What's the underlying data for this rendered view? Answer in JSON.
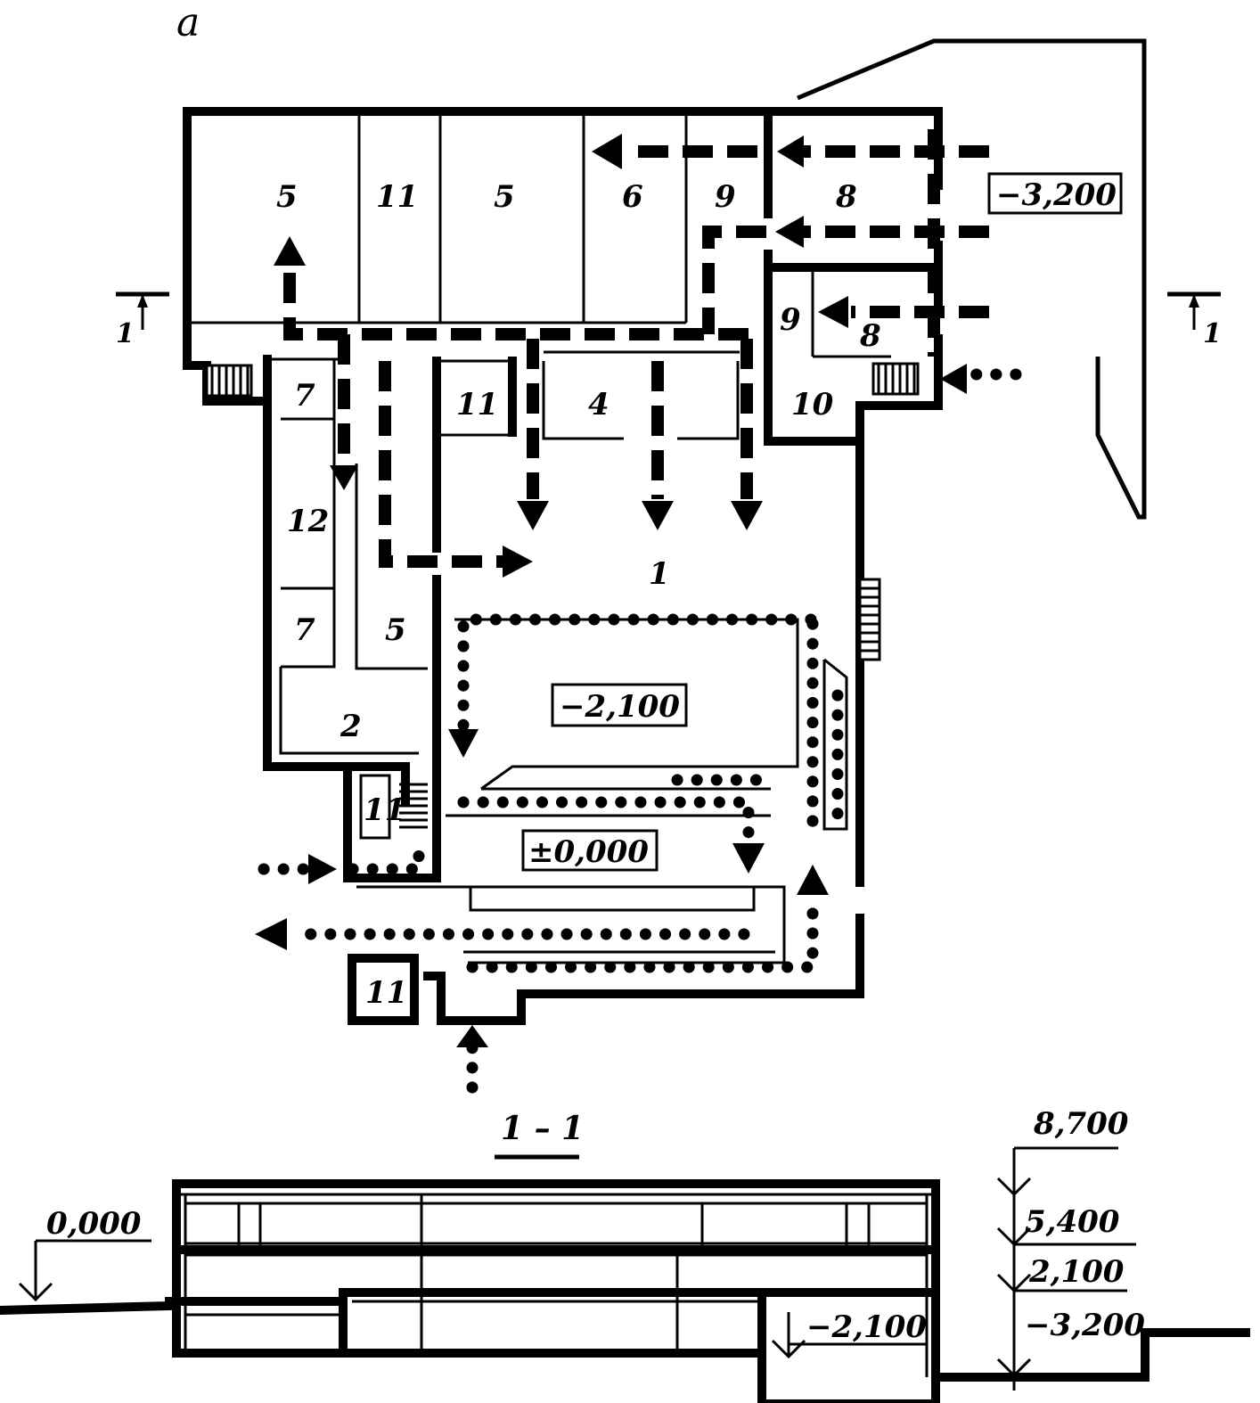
{
  "figure_label": "a",
  "rooms": {
    "r5a": "5",
    "r11a": "11",
    "r5b": "5",
    "r6": "6",
    "r9a": "9",
    "r8a": "8",
    "r9b": "9",
    "r8b": "8",
    "r7a": "7",
    "r11b": "11",
    "r4": "4",
    "r10": "10",
    "r12": "12",
    "r1": "1",
    "r7b": "7",
    "r5c": "5",
    "r2": "2",
    "r11c": "11",
    "r11d": "11"
  },
  "levels": {
    "plan_upper": "−3,200",
    "plan_pool": "−2,100",
    "plan_zero": "±0,000"
  },
  "section_marks": {
    "left": "1",
    "right": "1"
  },
  "section": {
    "title": "1 – 1",
    "left_zero": "0,000",
    "inner": "−2,100",
    "elev_1": "8,700",
    "elev_2": "5,400",
    "elev_3": "2,100",
    "elev_4": "−3,200"
  },
  "colors": {
    "ink": "#000000",
    "paper": "#ffffff"
  }
}
